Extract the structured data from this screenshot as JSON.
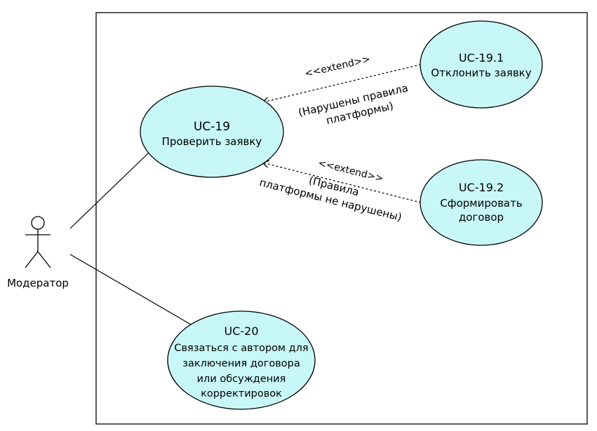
{
  "actor": {
    "label": "Модератор"
  },
  "use_cases": [
    {
      "id": "uc19",
      "lines": [
        "UC-19",
        "Проверить заявку"
      ]
    },
    {
      "id": "uc19_1",
      "lines": [
        "UC-19.1",
        "Отклонить заявку"
      ]
    },
    {
      "id": "uc19_2",
      "lines": [
        "UC-19.2",
        "Сформировать",
        "договор"
      ]
    },
    {
      "id": "uc20",
      "lines": [
        "UC-20",
        "Связаться с автором для",
        "заключения договора",
        "или обсуждения",
        "корректировок"
      ]
    }
  ],
  "relations": {
    "extend_1": {
      "stereotype": "<<extend>>",
      "condition_lines": [
        "(Нарушены правила",
        "платформы)"
      ]
    },
    "extend_2": {
      "stereotype": "<<extend>>",
      "condition_lines": [
        "(Правила",
        "платформы не нарушены)"
      ]
    }
  },
  "colors": {
    "usecase_fill": "#c8f7f7",
    "stroke": "#000000",
    "background": "#ffffff"
  }
}
